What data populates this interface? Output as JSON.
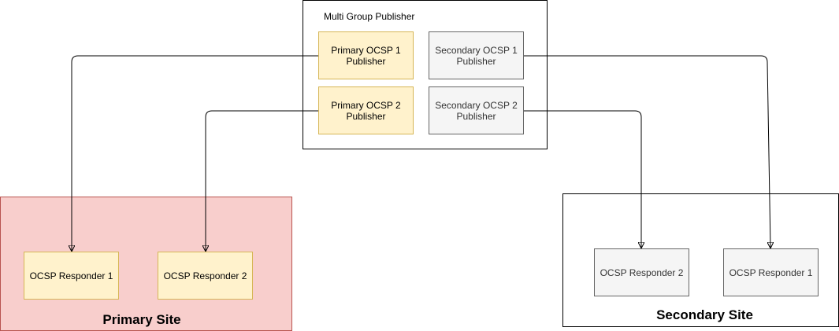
{
  "multi_group": {
    "title": "Multi Group Publisher",
    "publishers": [
      {
        "id": "pp1",
        "label": "Primary OCSP 1\nPublisher",
        "style": "primary"
      },
      {
        "id": "pp2",
        "label": "Primary OCSP 2\nPublisher",
        "style": "primary"
      },
      {
        "id": "sp1",
        "label": "Secondary OCSP 1\nPublisher",
        "style": "secondary"
      },
      {
        "id": "sp2",
        "label": "Secondary OCSP 2\nPublisher",
        "style": "secondary"
      }
    ]
  },
  "primary_site": {
    "label": "Primary Site",
    "fill_color": "#f8cecc",
    "border_color": "#b85450",
    "responders": [
      {
        "id": "pr1",
        "label": "OCSP Responder 1"
      },
      {
        "id": "pr2",
        "label": "OCSP Responder 2"
      }
    ]
  },
  "secondary_site": {
    "label": "Secondary Site",
    "fill_color": "#ffffff",
    "border_color": "#000000",
    "responders": [
      {
        "id": "sr2",
        "label": "OCSP Responder 2"
      },
      {
        "id": "sr1",
        "label": "OCSP Responder 1"
      }
    ]
  },
  "connections": [
    {
      "from": "pp1",
      "to": "pr1"
    },
    {
      "from": "pp2",
      "to": "pr2"
    },
    {
      "from": "sp1",
      "to": "sr1"
    },
    {
      "from": "sp2",
      "to": "sr2"
    }
  ],
  "colors": {
    "primary_fill": "#fff2cc",
    "primary_stroke": "#d6b656",
    "secondary_fill": "#f5f5f5",
    "secondary_stroke": "#666666",
    "edge": "#000000"
  }
}
